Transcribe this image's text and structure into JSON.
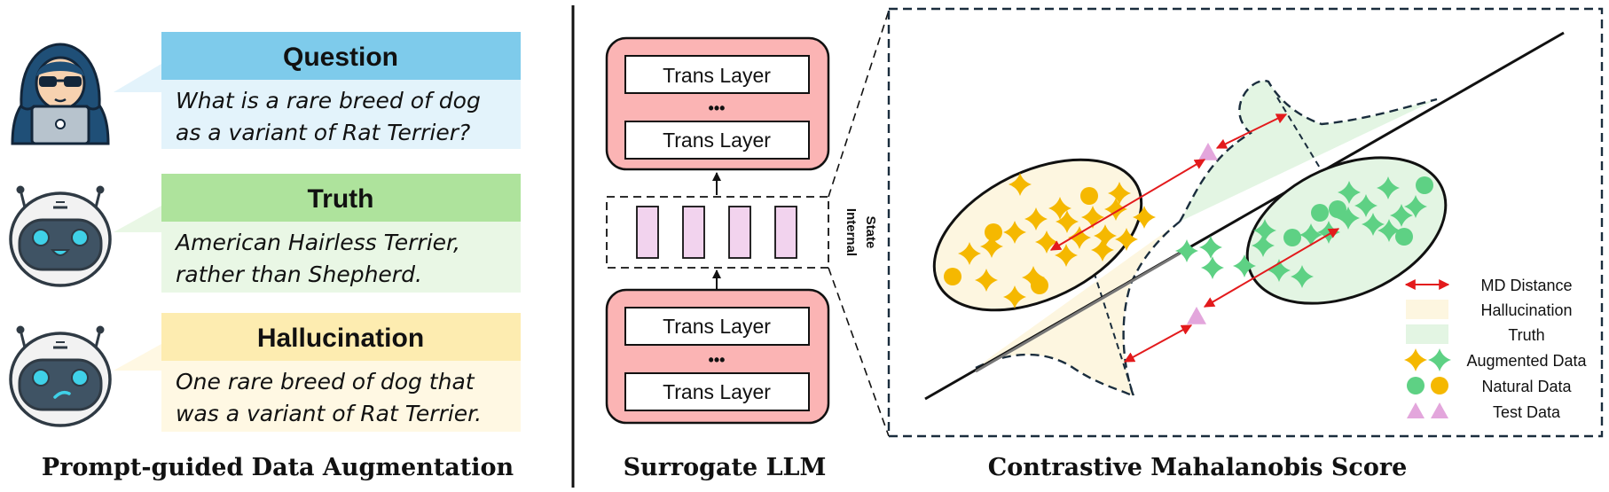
{
  "left_panel": {
    "caption": "Prompt-guided Data Augmentation",
    "cards": [
      {
        "title": "Question",
        "lines": [
          "What is a rare breed of dog",
          "as a variant of Rat Terrier?"
        ],
        "header_color": "#7ecbeb",
        "body_color": "#e3f3fb",
        "avatar": "hacker-avatar-icon"
      },
      {
        "title": "Truth",
        "lines": [
          "American Hairless Terrier,",
          "rather than Shepherd."
        ],
        "header_color": "#aee39c",
        "body_color": "#e9f7e5",
        "avatar": "happy-robot-icon"
      },
      {
        "title": "Hallucination",
        "lines": [
          "One rare breed of dog that",
          "was a variant of Rat Terrier."
        ],
        "header_color": "#fdecb0",
        "body_color": "#fff8e3",
        "avatar": "confused-robot-icon"
      }
    ]
  },
  "middle_panel": {
    "caption": "Surrogate LLM",
    "top_block": {
      "layers": [
        "Trans Layer",
        "Trans Layer"
      ],
      "ellipsis": "•••"
    },
    "bottom_block": {
      "layers": [
        "Trans Layer",
        "Trans Layer"
      ],
      "ellipsis": "•••"
    },
    "internal_state_label": [
      "Internal",
      "State"
    ],
    "block_color": "#fbb4b4",
    "state_color": "#f2d3ee"
  },
  "right_panel": {
    "caption": "Contrastive Mahalanobis Score",
    "legend": [
      {
        "label": "MD Distance",
        "icon": "red-double-arrow-icon"
      },
      {
        "label": "Hallucination",
        "icon": "hallucination-swatch-icon"
      },
      {
        "label": "Truth",
        "icon": "truth-swatch-icon"
      },
      {
        "label": "Augmented Data",
        "icon": "star-pair-icon"
      },
      {
        "label": "Natural Data",
        "icon": "circle-pair-icon"
      },
      {
        "label": "Test Data",
        "icon": "triangle-pair-icon"
      }
    ],
    "colors": {
      "hallucination": "#f5b800",
      "hallucination_fill": "#fdf6e0",
      "truth": "#5ed184",
      "truth_fill": "#e3f5e3",
      "test": "#e3a6dc",
      "arrow": "#e31a1c"
    }
  }
}
